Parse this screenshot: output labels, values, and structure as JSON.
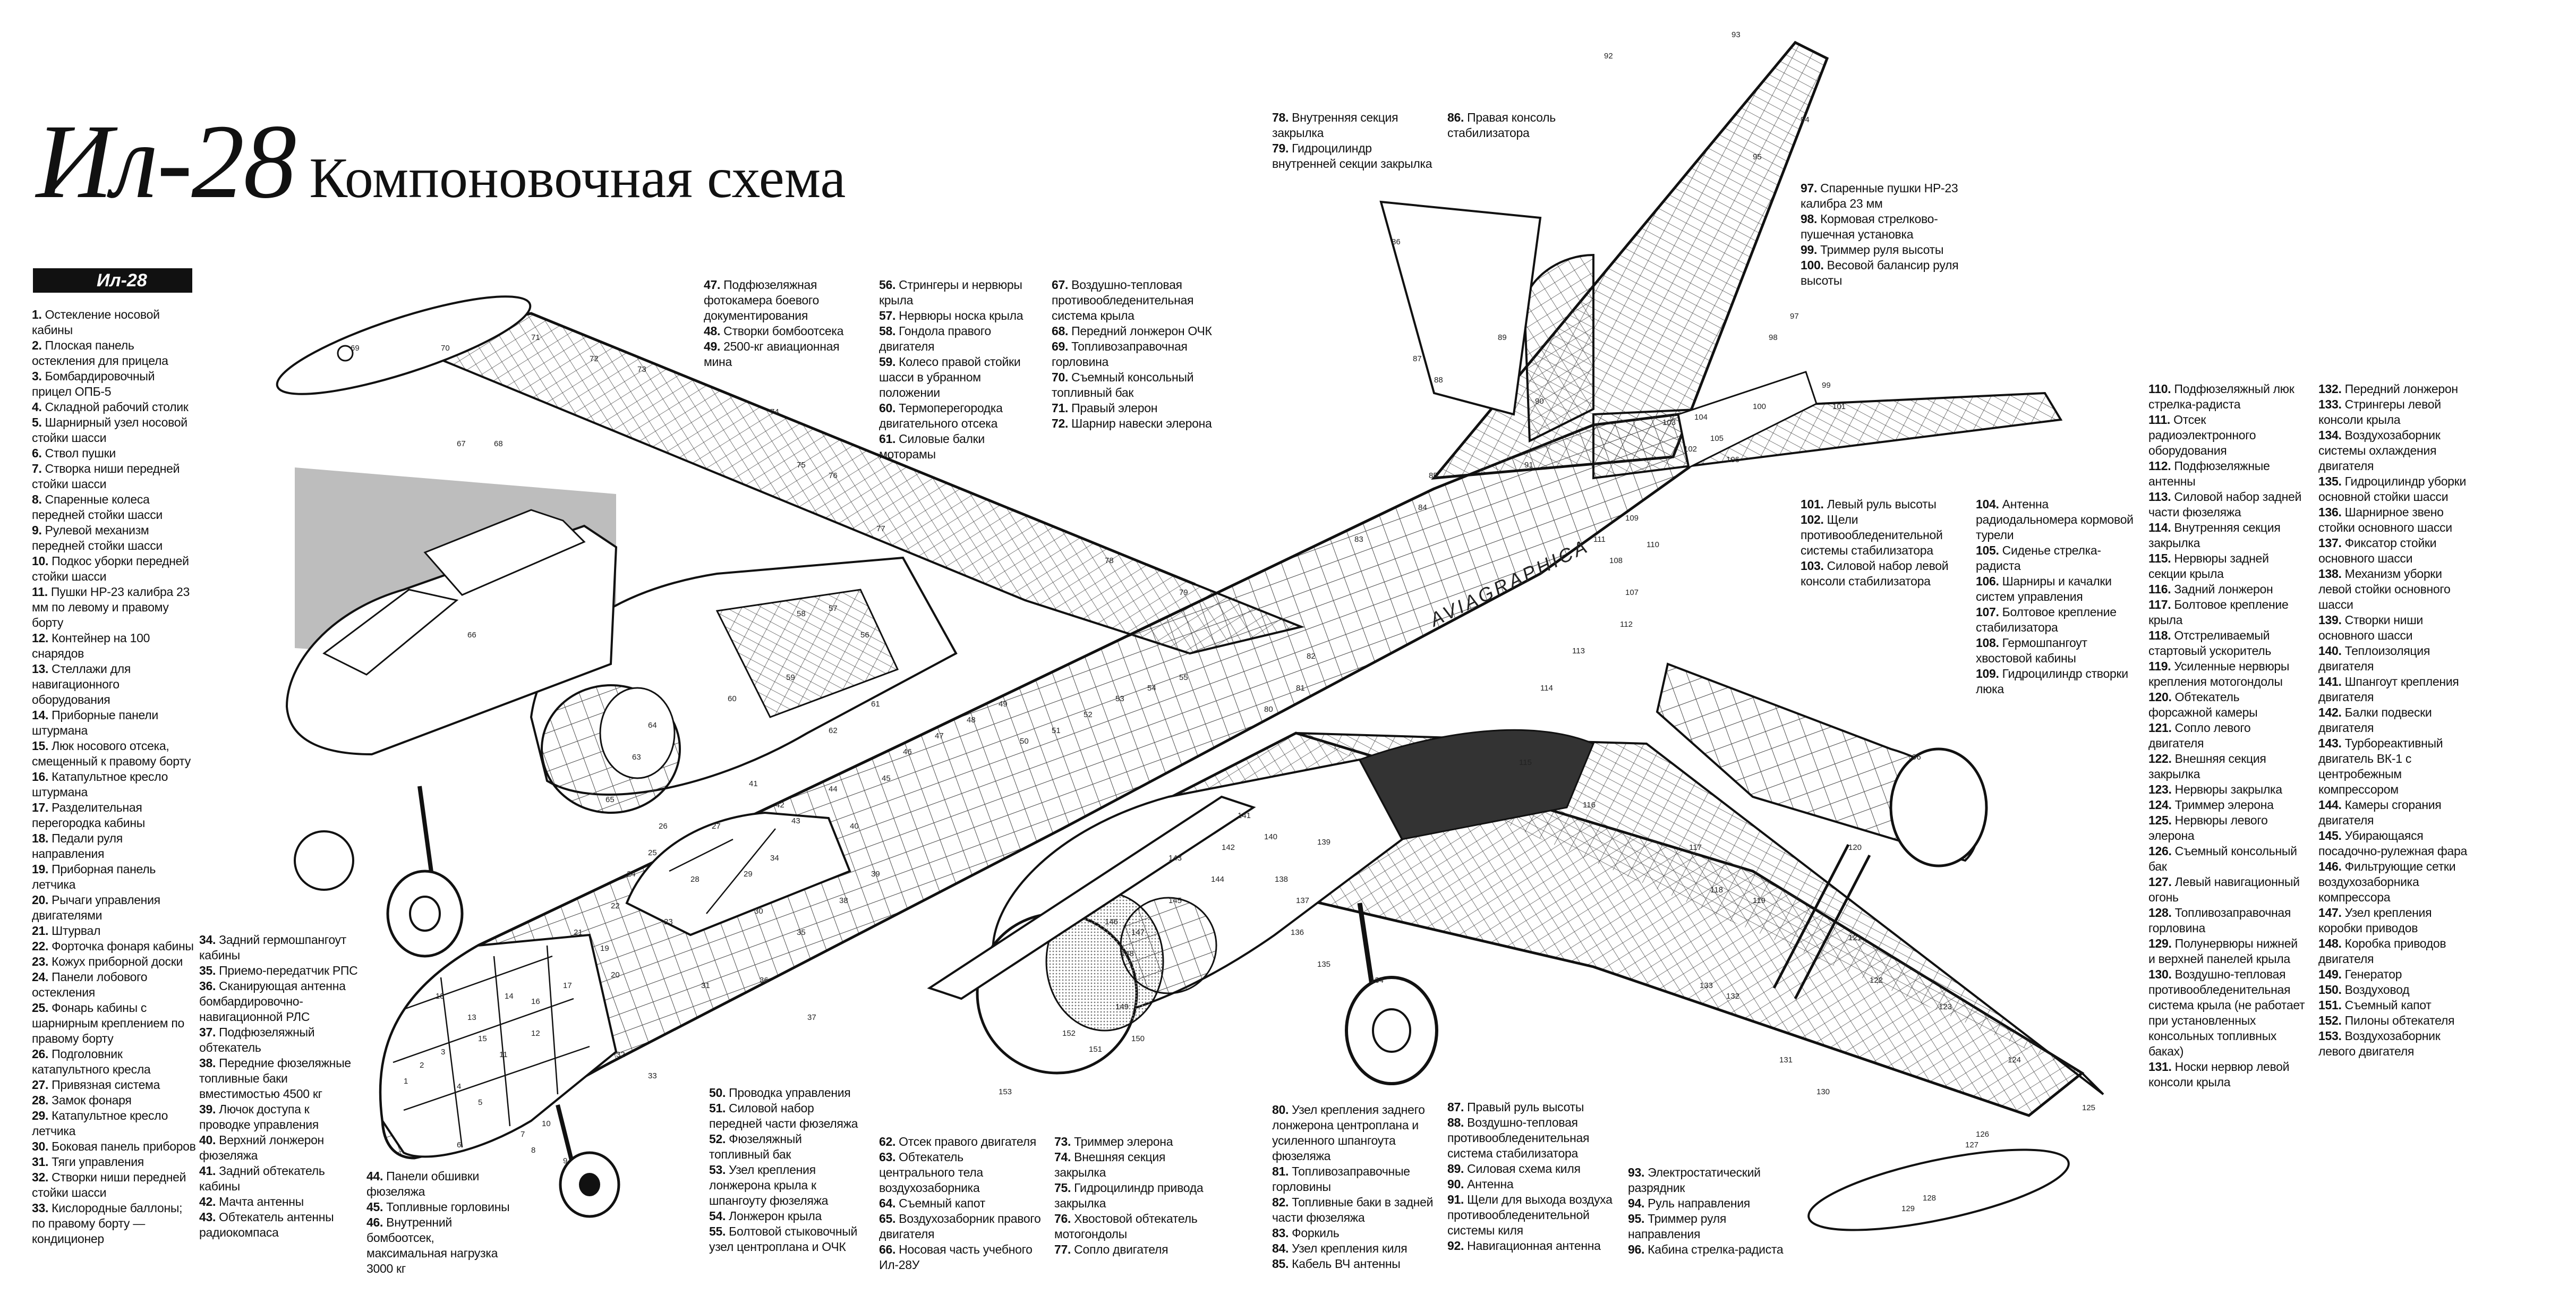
{
  "header": {
    "title": "Ил-28",
    "subtitle": "Компоновочная схема",
    "tag": "Ил-28"
  },
  "legend_groups": [
    {
      "id": "g1",
      "items": [
        {
          "n": "1.",
          "t": "Остекление носовой кабины"
        },
        {
          "n": "2.",
          "t": "Плоская панель остекления для прицела"
        },
        {
          "n": "3.",
          "t": "Бомбардировочный прицел ОПБ-5"
        },
        {
          "n": "4.",
          "t": "Складной рабочий столик"
        },
        {
          "n": "5.",
          "t": "Шарнирный узел носовой стойки шасси"
        },
        {
          "n": "6.",
          "t": "Ствол пушки"
        },
        {
          "n": "7.",
          "t": "Створка ниши передней стойки шасси"
        },
        {
          "n": "8.",
          "t": "Спаренные колеса передней стойки шасси"
        },
        {
          "n": "9.",
          "t": "Рулевой механизм передней стойки шасси"
        },
        {
          "n": "10.",
          "t": "Подкос уборки передней стойки шасси"
        },
        {
          "n": "11.",
          "t": "Пушки НР-23 калибра 23 мм по левому и правому борту"
        },
        {
          "n": "12.",
          "t": "Контейнер на 100 снарядов"
        },
        {
          "n": "13.",
          "t": "Стеллажи для навигационного оборудования"
        },
        {
          "n": "14.",
          "t": "Приборные панели штурмана"
        },
        {
          "n": "15.",
          "t": "Люк носового отсека, смещенный к правому борту"
        },
        {
          "n": "16.",
          "t": "Катапультное кресло штурмана"
        },
        {
          "n": "17.",
          "t": "Разделительная перегородка кабины"
        },
        {
          "n": "18.",
          "t": "Педали руля направления"
        },
        {
          "n": "19.",
          "t": "Приборная панель летчика"
        },
        {
          "n": "20.",
          "t": "Рычаги управления двигателями"
        },
        {
          "n": "21.",
          "t": "Штурвал"
        },
        {
          "n": "22.",
          "t": "Форточка фонаря кабины"
        },
        {
          "n": "23.",
          "t": "Кожух приборной доски"
        },
        {
          "n": "24.",
          "t": "Панели лобового остекления"
        },
        {
          "n": "25.",
          "t": "Фонарь кабины с шарнирным креплением по правому борту"
        },
        {
          "n": "26.",
          "t": "Подголовник катапультного кресла"
        },
        {
          "n": "27.",
          "t": "Привязная система"
        },
        {
          "n": "28.",
          "t": "Замок фонаря"
        },
        {
          "n": "29.",
          "t": "Катапультное кресло летчика"
        },
        {
          "n": "30.",
          "t": "Боковая панель приборов"
        },
        {
          "n": "31.",
          "t": "Тяги управления"
        },
        {
          "n": "32.",
          "t": "Створки ниши передней стойки шасси"
        },
        {
          "n": "33.",
          "t": "Кислородные баллоны; по правому борту — кондиционер"
        }
      ]
    },
    {
      "id": "g2",
      "items": [
        {
          "n": "34.",
          "t": "Задний гермошпангоут кабины"
        },
        {
          "n": "35.",
          "t": "Приемо-передатчик РПС"
        },
        {
          "n": "36.",
          "t": "Сканирующая антенна бомбардировочно-навигационной РЛС"
        },
        {
          "n": "37.",
          "t": "Подфюзеляжный обтекатель"
        },
        {
          "n": "38.",
          "t": "Передние фюзеляжные топливные баки вместимостью 4500 кг"
        },
        {
          "n": "39.",
          "t": "Лючок доступа к проводке управления"
        },
        {
          "n": "40.",
          "t": "Верхний лонжерон фюзеляжа"
        },
        {
          "n": "41.",
          "t": "Задний обтекатель кабины"
        },
        {
          "n": "42.",
          "t": "Мачта антенны"
        },
        {
          "n": "43.",
          "t": "Обтекатель антенны радиокомпаса"
        }
      ]
    },
    {
      "id": "g3",
      "items": [
        {
          "n": "44.",
          "t": "Панели обшивки фюзеляжа"
        },
        {
          "n": "45.",
          "t": "Топливные горловины"
        },
        {
          "n": "46.",
          "t": "Внутренний бомбоотсек, максимальная нагрузка 3000 кг"
        }
      ]
    },
    {
      "id": "g4",
      "items": [
        {
          "n": "47.",
          "t": "Подфюзеляжная фотокамера боевого документирования"
        },
        {
          "n": "48.",
          "t": "Створки бомбоотсека"
        },
        {
          "n": "49.",
          "t": "2500-кг авиационная мина"
        }
      ]
    },
    {
      "id": "g5",
      "items": [
        {
          "n": "50.",
          "t": "Проводка управления"
        },
        {
          "n": "51.",
          "t": "Силовой набор передней части фюзеляжа"
        },
        {
          "n": "52.",
          "t": "Фюзеляжный топливный бак"
        },
        {
          "n": "53.",
          "t": "Узел крепления лонжерона крыла к шпангоуту фюзеляжа"
        },
        {
          "n": "54.",
          "t": "Лонжерон крыла"
        },
        {
          "n": "55.",
          "t": "Болтовой стыковочный узел центроплана и ОЧК"
        }
      ]
    },
    {
      "id": "g6",
      "items": [
        {
          "n": "56.",
          "t": "Стрингеры и нервюры крыла"
        },
        {
          "n": "57.",
          "t": "Нервюры носка крыла"
        },
        {
          "n": "58.",
          "t": "Гондола правого двигателя"
        },
        {
          "n": "59.",
          "t": "Колесо правой стойки шасси в убранном положении"
        },
        {
          "n": "60.",
          "t": "Термоперегородка двигательного отсека"
        },
        {
          "n": "61.",
          "t": "Силовые балки моторамы"
        }
      ]
    },
    {
      "id": "g7",
      "items": [
        {
          "n": "62.",
          "t": "Отсек правого двигателя"
        },
        {
          "n": "63.",
          "t": "Обтекатель центрального тела воздухозаборника"
        },
        {
          "n": "64.",
          "t": "Съемный капот"
        },
        {
          "n": "65.",
          "t": "Воздухозаборник правого двигателя"
        },
        {
          "n": "66.",
          "t": "Носовая часть учебного Ил-28У"
        }
      ]
    },
    {
      "id": "g8",
      "items": [
        {
          "n": "67.",
          "t": "Воздушно-тепловая противообледенительная система крыла"
        },
        {
          "n": "68.",
          "t": "Передний лонжерон ОЧК"
        },
        {
          "n": "69.",
          "t": "Топливозаправочная горловина"
        },
        {
          "n": "70.",
          "t": "Съемный консольный топливный бак"
        },
        {
          "n": "71.",
          "t": "Правый элерон"
        },
        {
          "n": "72.",
          "t": "Шарнир навески элерона"
        }
      ]
    },
    {
      "id": "g9",
      "items": [
        {
          "n": "73.",
          "t": "Триммер элерона"
        },
        {
          "n": "74.",
          "t": "Внешняя секция закрылка"
        },
        {
          "n": "75.",
          "t": "Гидроцилиндр привода закрылка"
        },
        {
          "n": "76.",
          "t": "Хвостовой обтекатель мотогондолы"
        },
        {
          "n": "77.",
          "t": "Сопло двигателя"
        }
      ]
    },
    {
      "id": "g10",
      "items": [
        {
          "n": "78.",
          "t": "Внутренняя секция закрылка"
        },
        {
          "n": "79.",
          "t": "Гидроцилиндр внутренней секции закрылка"
        }
      ]
    },
    {
      "id": "g11",
      "items": [
        {
          "n": "80.",
          "t": "Узел крепления заднего лонжерона центроплана и усиленного шпангоута фюзеляжа"
        },
        {
          "n": "81.",
          "t": "Топливозаправочные горловины"
        },
        {
          "n": "82.",
          "t": "Топливные баки в задней части фюзеляжа"
        },
        {
          "n": "83.",
          "t": "Форкиль"
        },
        {
          "n": "84.",
          "t": "Узел крепления киля"
        },
        {
          "n": "85.",
          "t": "Кабель ВЧ антенны"
        }
      ]
    },
    {
      "id": "g12",
      "items": [
        {
          "n": "86.",
          "t": "Правая консоль стабилизатора"
        }
      ]
    },
    {
      "id": "g13",
      "items": [
        {
          "n": "87.",
          "t": "Правый руль высоты"
        },
        {
          "n": "88.",
          "t": "Воздушно-тепловая противообледенительная система стабилизатора"
        },
        {
          "n": "89.",
          "t": "Силовая схема киля"
        },
        {
          "n": "90.",
          "t": "Антенна"
        },
        {
          "n": "91.",
          "t": "Щели для выхода воздуха противообледенительной системы киля"
        },
        {
          "n": "92.",
          "t": "Навигационная антенна"
        }
      ]
    },
    {
      "id": "g14",
      "items": [
        {
          "n": "93.",
          "t": "Электростатический разрядник"
        },
        {
          "n": "94.",
          "t": "Руль направления"
        },
        {
          "n": "95.",
          "t": "Триммер руля направления"
        },
        {
          "n": "96.",
          "t": "Кабина стрелка-радиста"
        }
      ]
    },
    {
      "id": "g15",
      "items": [
        {
          "n": "97.",
          "t": "Спаренные пушки НР-23 калибра 23 мм"
        },
        {
          "n": "98.",
          "t": "Кормовая стрелково-пушечная установка"
        },
        {
          "n": "99.",
          "t": "Триммер руля высоты"
        },
        {
          "n": "100.",
          "t": "Весовой балансир руля высоты"
        }
      ]
    },
    {
      "id": "g16",
      "items": [
        {
          "n": "101.",
          "t": "Левый руль высоты"
        },
        {
          "n": "102.",
          "t": "Щели противообледенительной системы стабилизатора"
        },
        {
          "n": "103.",
          "t": "Силовой набор левой консоли стабилизатора"
        }
      ]
    },
    {
      "id": "g17",
      "items": [
        {
          "n": "104.",
          "t": "Антенна радиодальномера кормовой турели"
        },
        {
          "n": "105.",
          "t": "Сиденье стрелка-радиста"
        },
        {
          "n": "106.",
          "t": "Шарниры и качалки систем управления"
        },
        {
          "n": "107.",
          "t": "Болтовое крепление стабилизатора"
        },
        {
          "n": "108.",
          "t": "Гермошпангоут хвостовой кабины"
        },
        {
          "n": "109.",
          "t": "Гидроцилиндр створки люка"
        }
      ]
    },
    {
      "id": "g18",
      "items": [
        {
          "n": "110.",
          "t": "Подфюзеляжный люк стрелка-радиста"
        },
        {
          "n": "111.",
          "t": "Отсек радиоэлектронного оборудования"
        },
        {
          "n": "112.",
          "t": "Подфюзеляжные антенны"
        },
        {
          "n": "113.",
          "t": "Силовой набор задней части фюзеляжа"
        },
        {
          "n": "114.",
          "t": "Внутренняя секция закрылка"
        },
        {
          "n": "115.",
          "t": "Нервюры задней секции крыла"
        },
        {
          "n": "116.",
          "t": "Задний лонжерон"
        },
        {
          "n": "117.",
          "t": "Болтовое крепление крыла"
        },
        {
          "n": "118.",
          "t": "Отстреливаемый стартовый ускоритель"
        },
        {
          "n": "119.",
          "t": "Усиленные нервюры крепления мотогондолы"
        },
        {
          "n": "120.",
          "t": "Обтекатель форсажной камеры"
        },
        {
          "n": "121.",
          "t": "Сопло левого двигателя"
        },
        {
          "n": "122.",
          "t": "Внешняя секция закрылка"
        },
        {
          "n": "123.",
          "t": "Нервюры закрылка"
        },
        {
          "n": "124.",
          "t": "Триммер элерона"
        },
        {
          "n": "125.",
          "t": "Нервюры левого элерона"
        },
        {
          "n": "126.",
          "t": "Съемный консольный бак"
        },
        {
          "n": "127.",
          "t": "Левый навигационный огонь"
        },
        {
          "n": "128.",
          "t": "Топливозаправочная горловина"
        },
        {
          "n": "129.",
          "t": "Полунервюры нижней и верхней панелей крыла"
        },
        {
          "n": "130.",
          "t": "Воздушно-тепловая противообледенительная система крыла (не работает при установленных консольных топливных баках)"
        },
        {
          "n": "131.",
          "t": "Носки нервюр левой консоли крыла"
        }
      ]
    },
    {
      "id": "g19",
      "items": [
        {
          "n": "132.",
          "t": "Передний лонжерон"
        },
        {
          "n": "133.",
          "t": "Стрингеры левой консоли крыла"
        },
        {
          "n": "134.",
          "t": "Воздухозаборник системы охлаждения двигателя"
        },
        {
          "n": "135.",
          "t": "Гидроцилиндр уборки основной стойки шасси"
        },
        {
          "n": "136.",
          "t": "Шарнирное звено стойки основного шасси"
        },
        {
          "n": "137.",
          "t": "Фиксатор стойки основного шасси"
        },
        {
          "n": "138.",
          "t": "Механизм уборки левой стойки основного шасси"
        },
        {
          "n": "139.",
          "t": "Створки ниши основного шасси"
        },
        {
          "n": "140.",
          "t": "Теплоизоляция двигателя"
        },
        {
          "n": "141.",
          "t": "Шпангоут крепления двигателя"
        },
        {
          "n": "142.",
          "t": "Балки подвески двигателя"
        },
        {
          "n": "143.",
          "t": "Турбореактивный двигатель ВК-1 с центробежным компрессором"
        },
        {
          "n": "144.",
          "t": "Камеры сгорания двигателя"
        },
        {
          "n": "145.",
          "t": "Убирающаяся посадочно-рулежная фара"
        },
        {
          "n": "146.",
          "t": "Фильтрующие сетки воздухозаборника компрессора"
        },
        {
          "n": "147.",
          "t": "Узел крепления коробки приводов"
        },
        {
          "n": "148.",
          "t": "Коробка приводов двигателя"
        },
        {
          "n": "149.",
          "t": "Генератор"
        },
        {
          "n": "150.",
          "t": "Воздуховод"
        },
        {
          "n": "151.",
          "t": "Съемный капот"
        },
        {
          "n": "152.",
          "t": "Пилоны обтекателя"
        },
        {
          "n": "153.",
          "t": "Воздухозаборник левого двигателя"
        }
      ]
    }
  ],
  "callouts": [
    "1",
    "2",
    "3",
    "4",
    "5",
    "6",
    "7",
    "8",
    "9",
    "10",
    "11",
    "12",
    "13",
    "14",
    "15",
    "16",
    "17",
    "18",
    "19",
    "20",
    "21",
    "22",
    "23",
    "24",
    "25",
    "26",
    "27",
    "28",
    "29",
    "30",
    "31",
    "32",
    "33",
    "34",
    "35",
    "36",
    "37",
    "38",
    "39",
    "40",
    "41",
    "42",
    "43",
    "44",
    "45",
    "46",
    "47",
    "48",
    "49",
    "50",
    "51",
    "52",
    "53",
    "54",
    "55",
    "56",
    "57",
    "58",
    "59",
    "60",
    "61",
    "62",
    "63",
    "64",
    "65",
    "66",
    "67",
    "68",
    "69",
    "70",
    "71",
    "72",
    "73",
    "74",
    "75",
    "76",
    "77",
    "78",
    "79",
    "80",
    "81",
    "82",
    "83",
    "84",
    "85",
    "86",
    "87",
    "88",
    "89",
    "90",
    "91",
    "92",
    "93",
    "94",
    "95",
    "96",
    "97",
    "98",
    "99",
    "100",
    "101",
    "102",
    "103",
    "104",
    "105",
    "106",
    "107",
    "108",
    "109",
    "110",
    "111",
    "112",
    "113",
    "114",
    "115",
    "116",
    "117",
    "118",
    "119",
    "120",
    "121",
    "122",
    "123",
    "124",
    "125",
    "126",
    "127",
    "128",
    "129",
    "130",
    "131",
    "132",
    "133",
    "134",
    "135",
    "136",
    "137",
    "138",
    "139",
    "140",
    "141",
    "142",
    "143",
    "144",
    "145",
    "146",
    "147",
    "148",
    "149",
    "150",
    "151",
    "152",
    "153"
  ],
  "watermark": "AVIAGRAPHICA"
}
